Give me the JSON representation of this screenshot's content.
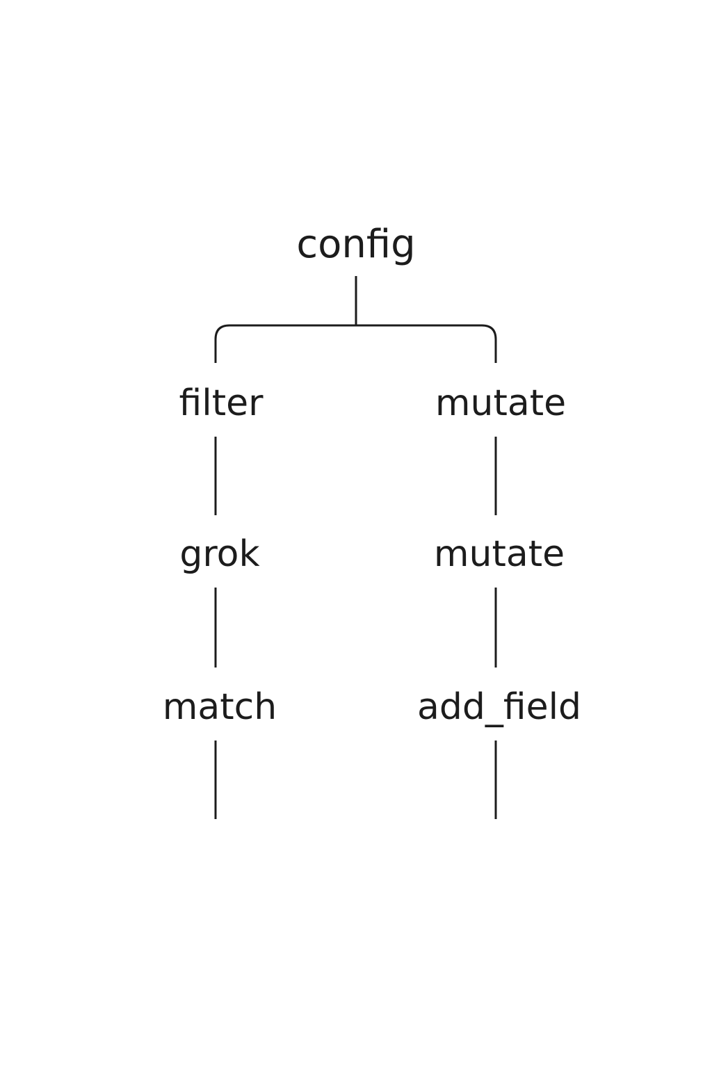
{
  "tree": {
    "root": "config",
    "left": [
      "filter",
      "grok",
      "match"
    ],
    "right": [
      "mutate",
      "mutate",
      "add_field"
    ]
  }
}
